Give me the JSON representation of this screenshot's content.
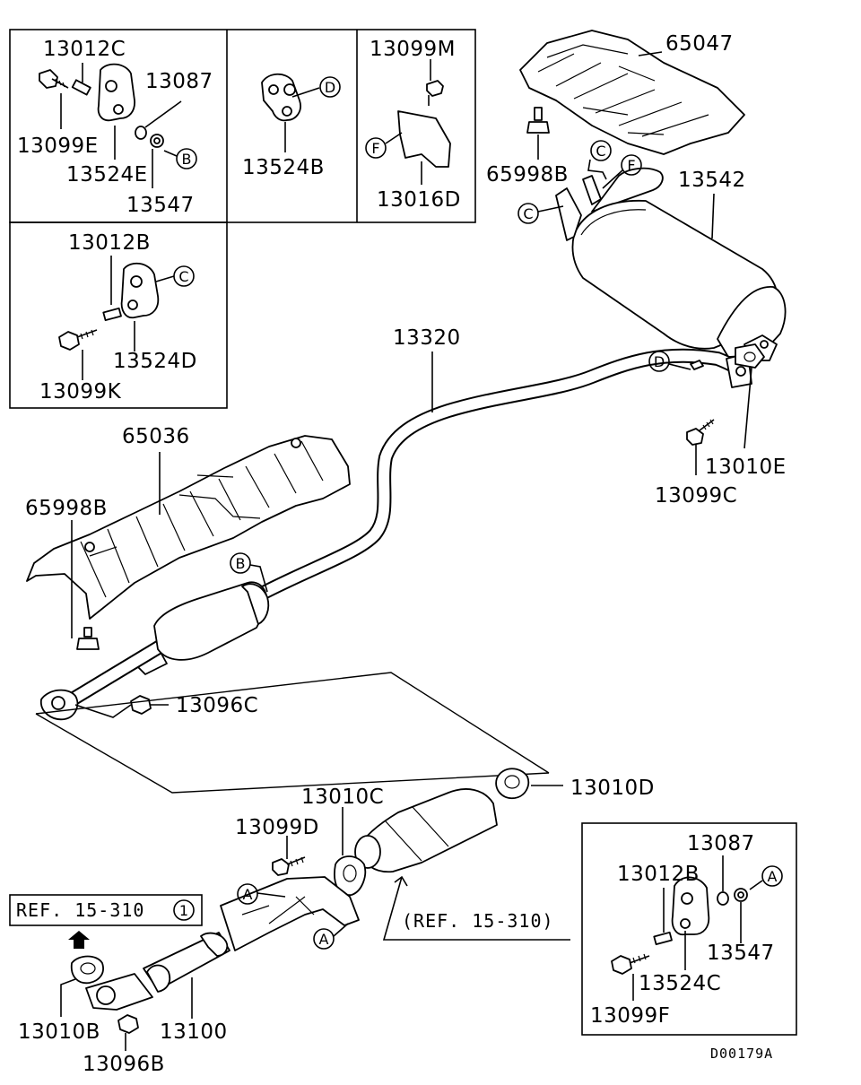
{
  "diagram": {
    "code": "D00179A",
    "inset_parts": {
      "p13012C": "13012C",
      "p13087_top": "13087",
      "p13099E": "13099E",
      "p13524E": "13524E",
      "p13547_top": "13547",
      "p13524B": "13524B",
      "p13099M": "13099M",
      "p13016D": "13016D",
      "p13012B_left": "13012B",
      "p13524D": "13524D",
      "p13099K": "13099K",
      "p13087_br": "13087",
      "p13012B_br": "13012B",
      "p13547_br": "13547",
      "p13524C": "13524C",
      "p13099F": "13099F"
    },
    "parts": {
      "p65047": "65047",
      "p65998B_top": "65998B",
      "p13542": "13542",
      "p13320": "13320",
      "p13010E": "13010E",
      "p13099C": "13099C",
      "p65036": "65036",
      "p65998B_left": "65998B",
      "p13096C": "13096C",
      "p13010C": "13010C",
      "p13010D": "13010D",
      "p13099D": "13099D",
      "p13010B": "13010B",
      "p13100": "13100",
      "p13096B": "13096B"
    },
    "refs": {
      "ref_box": "REF. 15-310",
      "ref_box_num": "1",
      "ref_cat": "(REF. 15-310)"
    },
    "callouts": {
      "A": "A",
      "B": "B",
      "C": "C",
      "D": "D",
      "F": "F"
    }
  }
}
